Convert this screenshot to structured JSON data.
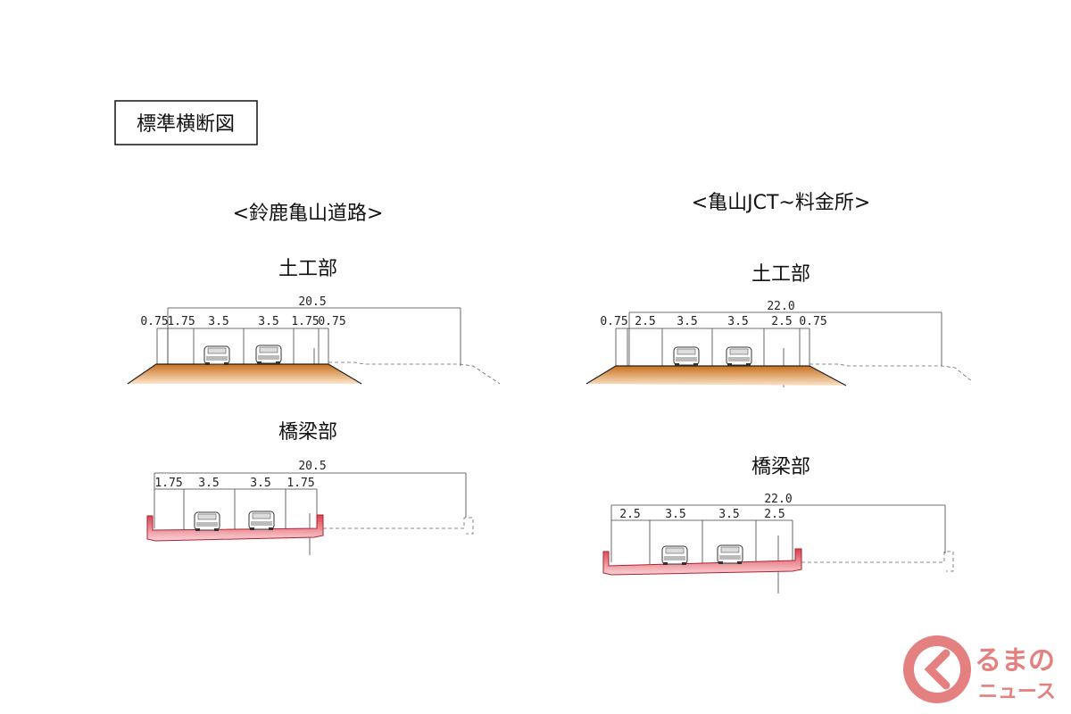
{
  "title": "標準横断図",
  "sections": [
    {
      "heading": "<鈴鹿亀山道路>",
      "earthwork": {
        "label": "土工部",
        "total": "20.5",
        "dims": [
          "0.75",
          "1.75",
          "3.5",
          "3.5",
          "1.75",
          "0.75"
        ]
      },
      "bridge": {
        "label": "橋梁部",
        "total": "20.5",
        "dims": [
          "1.75",
          "3.5",
          "3.5",
          "1.75"
        ]
      }
    },
    {
      "heading": "<亀山JCT~料金所>",
      "earthwork": {
        "label": "土工部",
        "total": "22.0",
        "dims": [
          "0.75",
          "2.5",
          "3.5",
          "3.5",
          "2.5",
          "0.75"
        ]
      },
      "bridge": {
        "label": "橋梁部",
        "total": "22.0",
        "dims": [
          "2.5",
          "3.5",
          "3.5",
          "2.5"
        ]
      }
    }
  ],
  "logo": {
    "main": "るまの",
    "sub": "ニュース"
  },
  "colors": {
    "earth": "#d98a3a",
    "bridge": "#e0505a",
    "logo": "#e06a6a"
  }
}
